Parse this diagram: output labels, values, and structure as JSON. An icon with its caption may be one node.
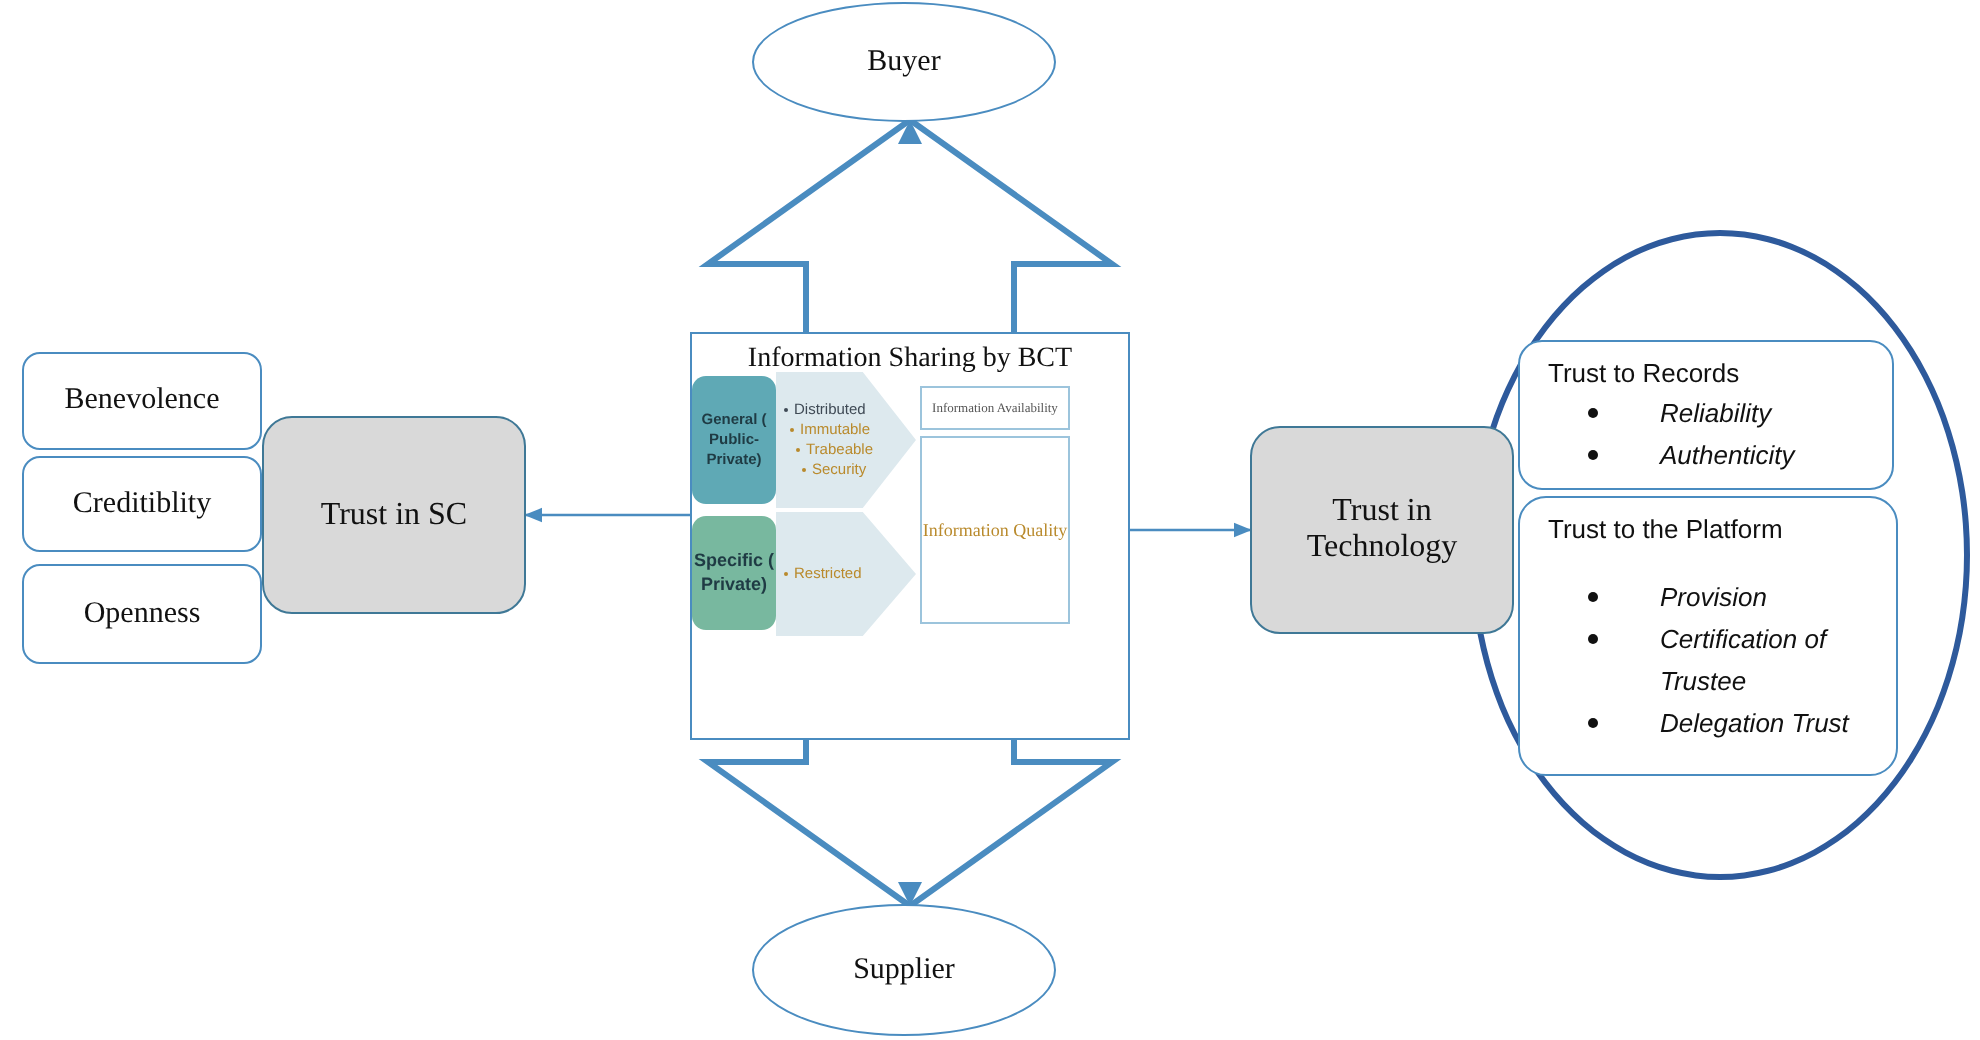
{
  "diagram": {
    "nodes": [
      {
        "text": [
          "Buyer"
        ]
      },
      {
        "text": [
          "Information Sharing by BCT"
        ]
      },
      {
        "text": [
          "General ( Public-Private)"
        ],
        "in": 1
      },
      {
        "text": [
          "Distributed",
          "Immutable",
          "Trabeable",
          "Security"
        ],
        "in": 1
      },
      {
        "text": [
          "Specific ( Private)"
        ],
        "in": 1
      },
      {
        "text": [
          "Restricted"
        ],
        "in": 1
      },
      {
        "text": [
          "Information Availability"
        ],
        "in": 1
      },
      {
        "text": [
          "Information Quality"
        ],
        "in": 1
      },
      {
        "text": [
          "Supplier"
        ]
      },
      {
        "text": [
          "Benevolence"
        ]
      },
      {
        "text": [
          "Creditiblity"
        ]
      },
      {
        "text": [
          "Openness"
        ]
      },
      {
        "text": [
          "Trust in SC"
        ]
      },
      {
        "text": [
          "Trust in Technology"
        ]
      },
      {
        "text": [],
        "shape": "circle"
      },
      {
        "text": [
          "Trust to Records",
          "Reliability",
          "Authenticity"
        ],
        "in": 14
      },
      {
        "text": [
          "Trust to the Platform",
          "Provision",
          "Certification of Trustee",
          "Delegation Trust"
        ],
        "in": 14
      }
    ],
    "edges": [
      {
        "from": 1,
        "to": 0,
        "arrow": "to",
        "style": "thick"
      },
      {
        "from": 1,
        "to": 8,
        "arrow": "to",
        "style": "thick"
      },
      {
        "from": 1,
        "to": 12,
        "arrow": "to"
      },
      {
        "from": 1,
        "to": 13,
        "arrow": "to"
      }
    ]
  }
}
